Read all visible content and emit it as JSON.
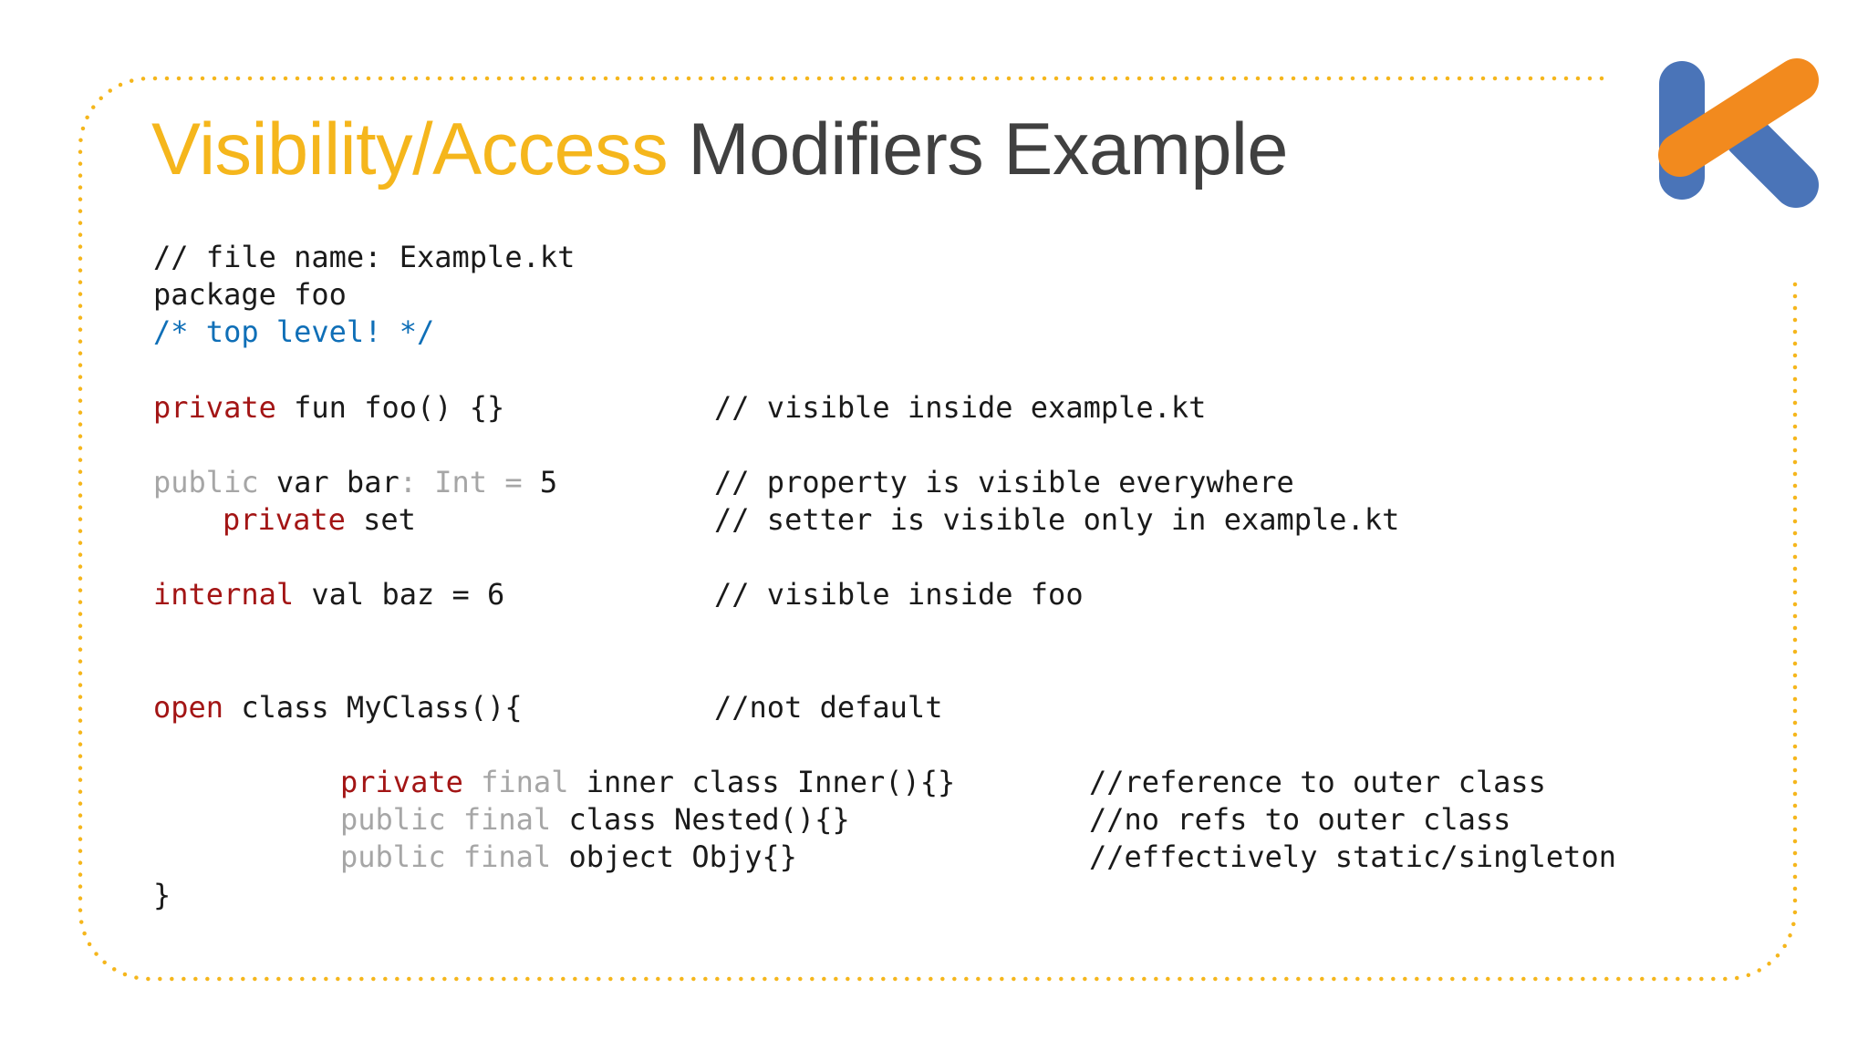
{
  "slide": {
    "title_accent": "Visibility/Access",
    "title_rest": "Modifiers Example",
    "colors": {
      "accent": "#f5b61c",
      "title_text": "#404040",
      "keyword_red": "#a31515",
      "keyword_gray": "#a6a6a6",
      "comment_blue": "#0f6fb7",
      "border_dots": "#f5b61c",
      "logo_blue": "#4a74b8",
      "logo_orange": "#f28a1e"
    },
    "logo_icon": "kotlin-k-logo-icon"
  },
  "code": {
    "l1": {
      "text": "// file name: Example.kt"
    },
    "l2": {
      "text": "package foo"
    },
    "l3": {
      "text": "/* top level! */"
    },
    "l4": {
      "kw": "private",
      "text": " fun foo() {}",
      "comment": "// visible inside example.kt"
    },
    "l5": {
      "kw": "public",
      "t1": " var bar",
      "colon": ":",
      "type": " Int",
      "eq": " =",
      "t2": " 5",
      "comment": "// property is visible everywhere"
    },
    "l6": {
      "kw": "private",
      "text": " set",
      "comment": "// setter is visible only in example.kt"
    },
    "l7": {
      "kw": "internal",
      "text": " val baz = 6",
      "comment": "// visible inside foo"
    },
    "l8": {
      "kw": "open",
      "text": " class MyClass(){",
      "comment": "//not default"
    },
    "l9": {
      "kw": "private",
      "kw2": " final",
      "text": " inner class Inner(){}",
      "comment": "//reference to outer class"
    },
    "l10": {
      "kw": "public",
      "kw2": " final",
      "text": " class Nested(){}",
      "comment": "//no refs to outer class"
    },
    "l11": {
      "kw": "public",
      "kw2": " final",
      "text": " object Objy{}",
      "comment": "//effectively static/singleton"
    },
    "l12": {
      "text": "}"
    }
  }
}
